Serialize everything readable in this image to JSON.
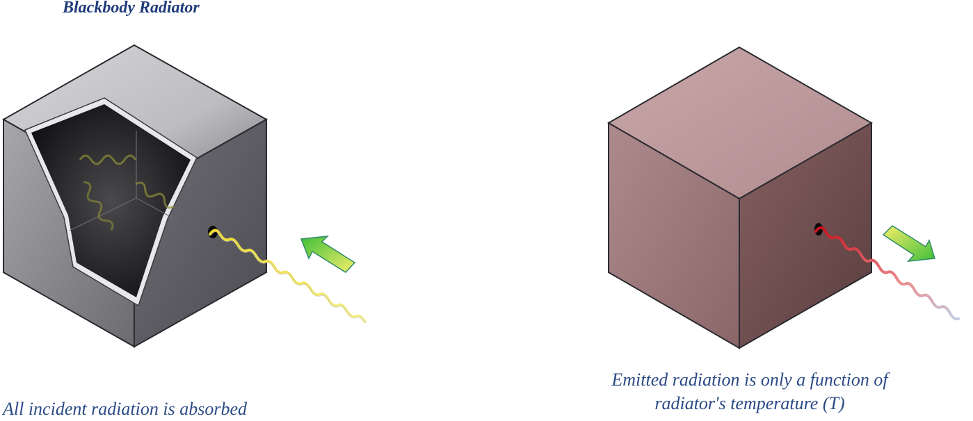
{
  "title": "Blackbody Radiator",
  "captions": {
    "absorbed": "All incident radiation is absorbed",
    "emitted_line1": "Emitted radiation is only a function of",
    "emitted_line2": "radiator's temperature (T)"
  },
  "colors": {
    "title": "#1f3c7a",
    "caption": "#2b4a86",
    "cube_grey": "#8a8a90",
    "cavity": "#1a1a1a",
    "incident_wave": "#f1e04a",
    "emitted_wave": "#d21e2a",
    "hot_cube": "#b38c8e",
    "arrow_gradient_start": "#f5ee6a",
    "arrow_gradient_end": "#3fbf3a"
  },
  "icons": {
    "incoming_arrow": "green-arrow-icon",
    "outgoing_arrow": "green-arrow-icon"
  }
}
